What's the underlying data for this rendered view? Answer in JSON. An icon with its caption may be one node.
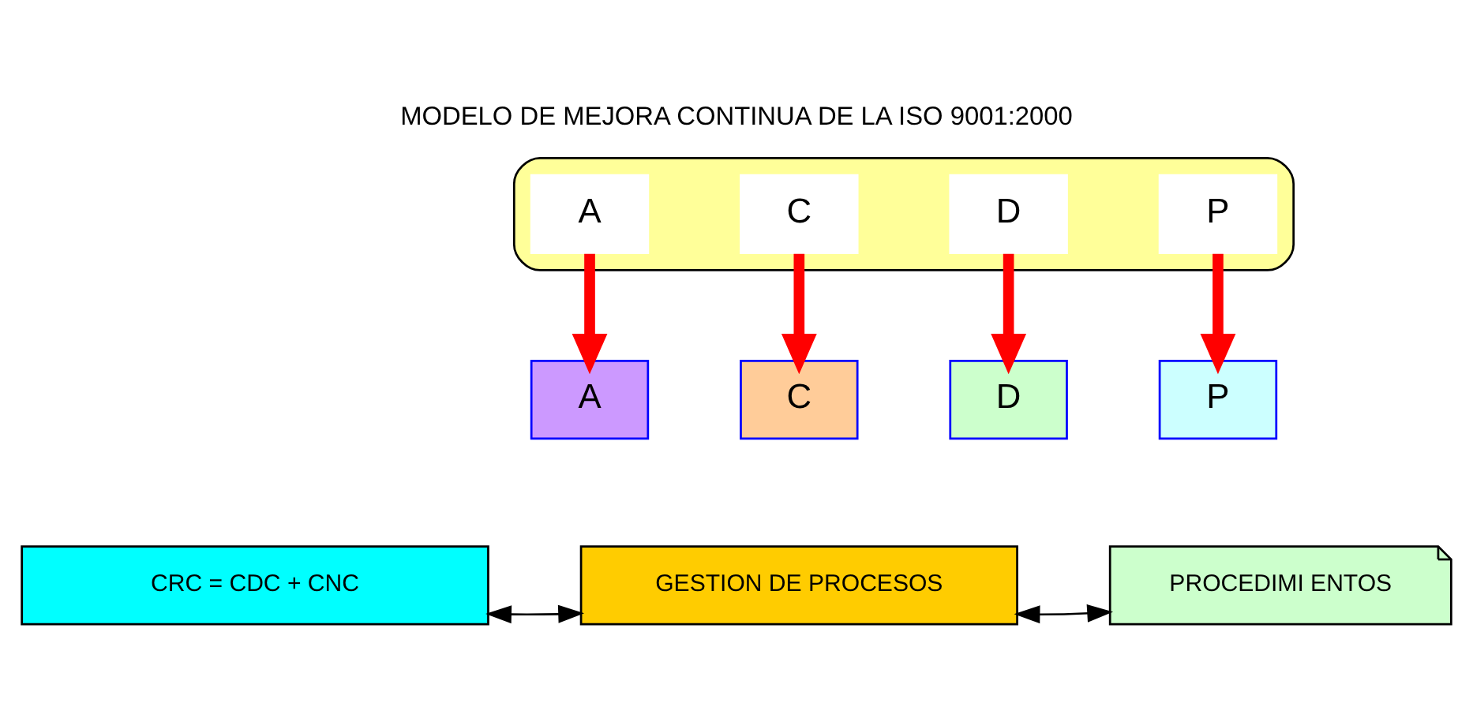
{
  "diagram": {
    "title": "MODELO DE MEJORA CONTINUA DE LA ISO 9001:2000",
    "nodes": [
      {
        "text": [],
        "shape": "ellipse"
      },
      {
        "text": [
          "A"
        ],
        "in": 0
      },
      {
        "text": [
          "P"
        ],
        "in": 0
      },
      {
        "text": [
          "C"
        ],
        "in": 0
      },
      {
        "text": [
          "D"
        ],
        "in": 0
      },
      {
        "text": [
          "A"
        ]
      },
      {
        "text": [
          "C"
        ]
      },
      {
        "text": [
          "D"
        ]
      },
      {
        "text": [
          "P"
        ]
      },
      {
        "text": [
          "CRC = CDC + CNC"
        ]
      },
      {
        "text": [
          "GESTION DE PROCESOS"
        ]
      },
      {
        "text": [
          "PROCEDIMI ENTOS"
        ]
      }
    ],
    "edges": [
      {
        "from": 1,
        "to": 5,
        "arrow": "to"
      },
      {
        "from": 3,
        "to": 6,
        "arrow": "to"
      },
      {
        "from": 4,
        "to": 7,
        "arrow": "to"
      },
      {
        "from": 2,
        "to": 8,
        "arrow": "to"
      },
      {
        "from": 9,
        "to": 10,
        "arrow": "both",
        "color": "#000000"
      },
      {
        "from": 10,
        "to": 11,
        "arrow": "both",
        "color": "#000000"
      }
    ]
  }
}
